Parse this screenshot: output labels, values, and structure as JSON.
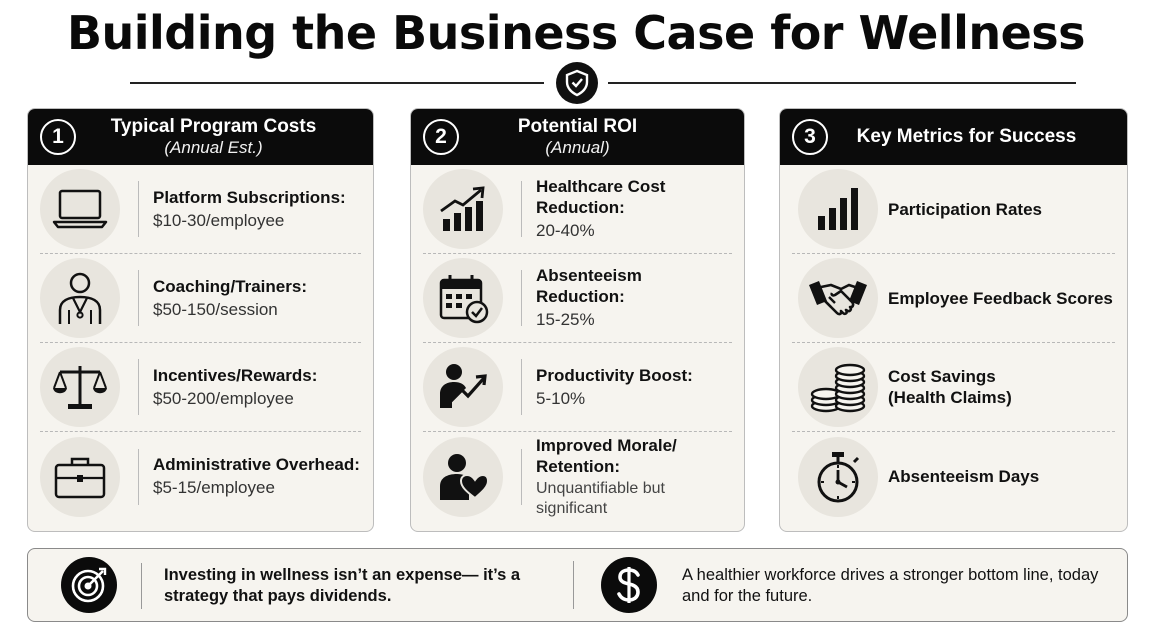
{
  "title": "Building the Business Case for Wellness",
  "header_icon": "shield-check-icon",
  "panels": [
    {
      "number": "1",
      "title": "Typical Program Costs",
      "subtitle": "(Annual Est.)",
      "items": [
        {
          "icon": "laptop-icon",
          "label": "Platform Subscriptions:",
          "value": "$10-30/employee"
        },
        {
          "icon": "coach-person-icon",
          "label": "Coaching/Trainers:",
          "value": "$50-150/session"
        },
        {
          "icon": "scales-icon",
          "label": "Incentives/Rewards:",
          "value": "$50-200/employee"
        },
        {
          "icon": "briefcase-icon",
          "label": "Administrative Overhead:",
          "value": "$5-15/employee"
        }
      ]
    },
    {
      "number": "2",
      "title": "Potential ROI",
      "subtitle": "(Annual)",
      "items": [
        {
          "icon": "growth-chart-icon",
          "label": "Healthcare Cost Reduction:",
          "value": "20-40%"
        },
        {
          "icon": "calendar-check-icon",
          "label": "Absenteeism Reduction:",
          "value": "15-25%"
        },
        {
          "icon": "person-growth-icon",
          "label": "Productivity Boost:",
          "value": "5-10%"
        },
        {
          "icon": "person-heart-icon",
          "label": "Improved Morale/ Retention:",
          "value": "Unquantifiable but significant"
        }
      ]
    },
    {
      "number": "3",
      "title": "Key Metrics for Success",
      "subtitle": "",
      "items": [
        {
          "icon": "bar-chart-icon",
          "label": "Participation Rates"
        },
        {
          "icon": "handshake-icon",
          "label": "Employee Feedback Scores"
        },
        {
          "icon": "coins-stack-icon",
          "label": "Cost Savings (Health Claims)"
        },
        {
          "icon": "stopwatch-icon",
          "label": "Absenteeism Days"
        }
      ]
    }
  ],
  "footer": {
    "left_icon": "target-icon",
    "left_text": "Investing in wellness isn’t an expense— it’s a strategy that pays dividends.",
    "right_icon": "dollar-icon",
    "right_text": "A healthier workforce drives a stronger bottom line, today and for the future."
  },
  "colors": {
    "dark": "#0b0b0b",
    "panel_bg": "#f6f4ef",
    "icon_bg": "#e8e5de"
  }
}
